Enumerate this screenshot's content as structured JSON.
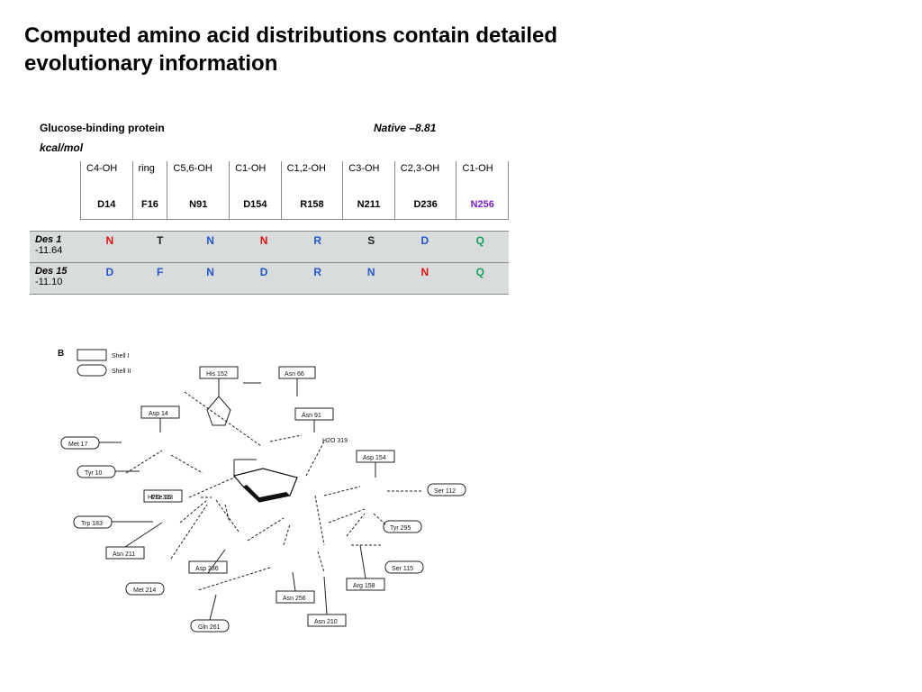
{
  "title": "Computed amino acid distributions contain detailed evolutionary information",
  "protein_label": "Glucose-binding protein",
  "native_label": "Native –8.81",
  "units_label": "kcal/mol",
  "sites": [
    "C4-OH",
    "ring",
    "C5,6-OH",
    "C1-OH",
    "C1,2-OH",
    "C3-OH",
    "C2,3-OH",
    "C1-OH"
  ],
  "native_residues": [
    {
      "text": "D14",
      "color": "#000000"
    },
    {
      "text": "F16",
      "color": "#000000"
    },
    {
      "text": "N91",
      "color": "#000000"
    },
    {
      "text": "D154",
      "color": "#000000"
    },
    {
      "text": "R158",
      "color": "#000000"
    },
    {
      "text": "N211",
      "color": "#000000"
    },
    {
      "text": "D236",
      "color": "#000000"
    },
    {
      "text": "N256",
      "color": "#7a1fc8"
    }
  ],
  "designs": [
    {
      "name": "Des 1",
      "energy": "-11.64",
      "residues": [
        {
          "text": "N",
          "color": "red"
        },
        {
          "text": "T",
          "color": "black"
        },
        {
          "text": "N",
          "color": "blue"
        },
        {
          "text": "N",
          "color": "red"
        },
        {
          "text": "R",
          "color": "blue"
        },
        {
          "text": "S",
          "color": "black"
        },
        {
          "text": "D",
          "color": "blue"
        },
        {
          "text": "Q",
          "color": "green"
        }
      ]
    },
    {
      "name": "Des 15",
      "energy": "-11.10",
      "residues": [
        {
          "text": "D",
          "color": "blue"
        },
        {
          "text": "F",
          "color": "blue"
        },
        {
          "text": "N",
          "color": "blue"
        },
        {
          "text": "D",
          "color": "blue"
        },
        {
          "text": "R",
          "color": "blue"
        },
        {
          "text": "N",
          "color": "blue"
        },
        {
          "text": "N",
          "color": "red"
        },
        {
          "text": "Q",
          "color": "green"
        }
      ]
    }
  ],
  "diagram": {
    "panel_label": "B",
    "legend": [
      "Shell I",
      "Shell II"
    ],
    "shell_i": [
      "His 152",
      "Asn 66",
      "Asp 14",
      "Asn 91",
      "Asp 154",
      "Asp 236",
      "Asn 256",
      "Arg 158",
      "Asn 210",
      "Asn 211",
      "Phe 16"
    ],
    "shell_ii": [
      "Met 17",
      "Tyr 10",
      "Trp 183",
      "Met 214",
      "Gln 261",
      "Ser 112",
      "Tyr 295",
      "Ser 115"
    ],
    "water_1": "H2O 313",
    "water_2": "H2O 319"
  }
}
